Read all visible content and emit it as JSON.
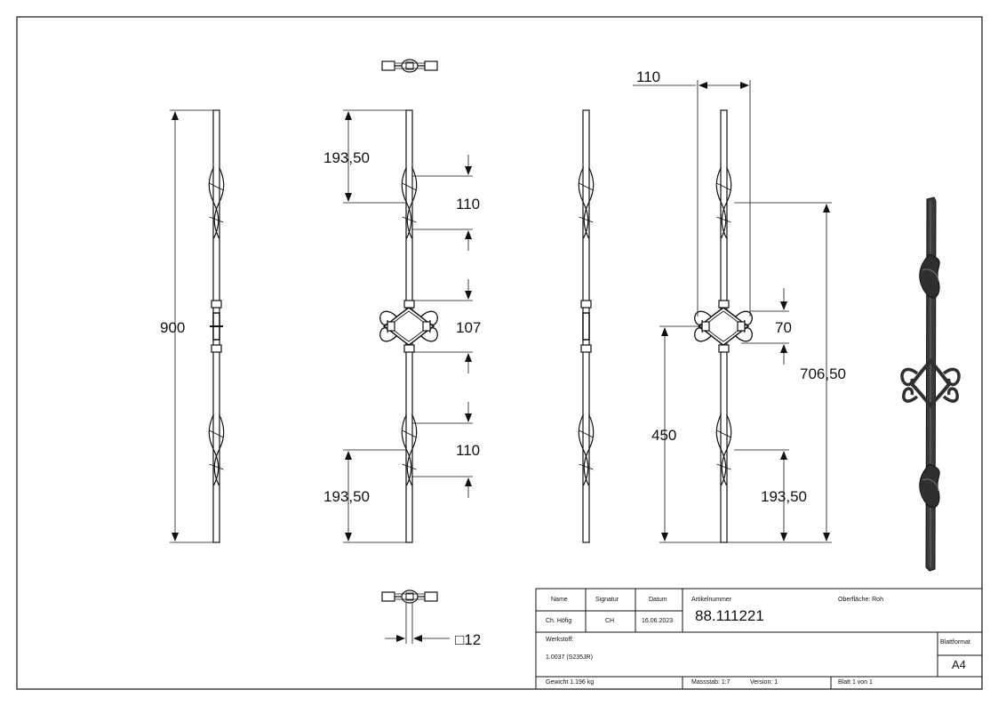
{
  "dimensions": {
    "view1_overall": "900",
    "view2_top": "193,50",
    "view2_twist_upper": "110",
    "view2_center": "107",
    "view2_twist_lower": "110",
    "view2_bottom": "193,50",
    "view4_width": "110",
    "view4_center": "70",
    "view4_to_top_twist": "706,50",
    "view4_to_center": "450",
    "view4_bottom": "193,50",
    "section_size": "□12"
  },
  "title_block": {
    "name_label": "Name",
    "signatur_label": "Signatur",
    "datum_label": "Datum",
    "name_value": "Ch. Höfig",
    "signatur_value": "CH",
    "datum_value": "16.06.2023",
    "artikelnummer_label": "Artikelnummer",
    "artikelnummer_value": "88.111221",
    "oberflaeche": "Oberfläche: Roh",
    "werkstoff_label": "Werkstoff:",
    "werkstoff_value": "1.0037 (S235JR)",
    "blattformat_label": "Blattformat",
    "blattformat_value": "A4",
    "gewicht": "Gewicht 1.196 kg",
    "massstab": "Massstab: 1:7",
    "version": "Version: 1",
    "blatt": "Blatt 1 von 1"
  },
  "colors": {
    "line": "#111111",
    "render_fill": "#3a3a3a",
    "background": "#ffffff"
  }
}
